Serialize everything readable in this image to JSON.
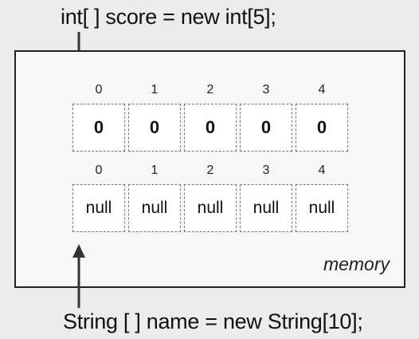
{
  "code": {
    "top": "int[ ] score = new int[5];",
    "bottom": "String [ ] name = new String[10];"
  },
  "memory_label": "memory",
  "score_array": {
    "indices": [
      "0",
      "1",
      "2",
      "3",
      "4"
    ],
    "values": [
      "0",
      "0",
      "0",
      "0",
      "0"
    ]
  },
  "name_array": {
    "indices": [
      "0",
      "1",
      "2",
      "3",
      "4"
    ],
    "values": [
      "null",
      "null",
      "null",
      "null",
      "null"
    ]
  },
  "colors": {
    "background": "#ececec",
    "box_border": "#222222",
    "cell_border": "#777777"
  }
}
